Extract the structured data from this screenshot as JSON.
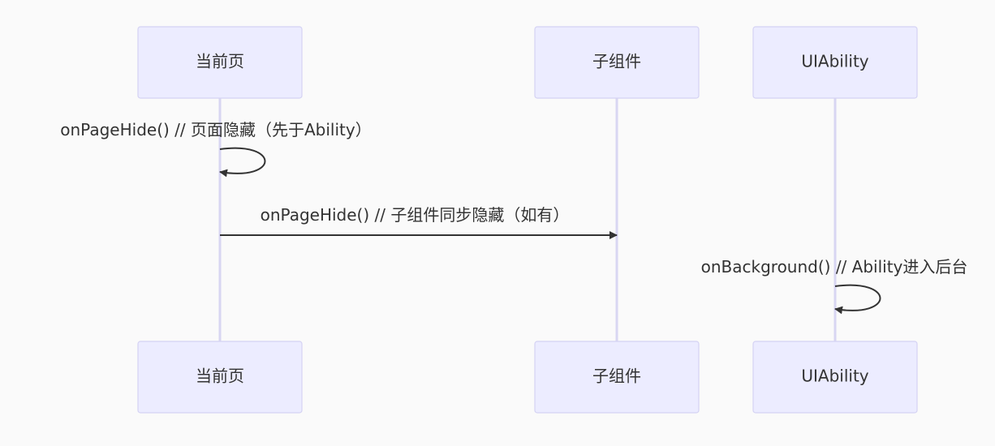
{
  "participants": [
    {
      "id": "page",
      "label": "当前页"
    },
    {
      "id": "child",
      "label": "子组件"
    },
    {
      "id": "ability",
      "label": "UIAbility"
    }
  ],
  "messages": [
    {
      "from": "page",
      "to": "page",
      "text": "onPageHide() // 页面隐藏（先于Ability）"
    },
    {
      "from": "page",
      "to": "child",
      "text": "onPageHide() // 子组件同步隐藏（如有）"
    },
    {
      "from": "ability",
      "to": "ability",
      "text": "onBackground() // Ability进入后台"
    }
  ]
}
